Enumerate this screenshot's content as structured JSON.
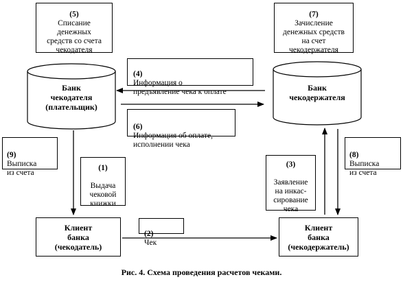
{
  "boxes": {
    "b5": {
      "num": "(5)",
      "text": "Списание\nденежных\nсредств со счета\nчекодателя"
    },
    "b7": {
      "num": "(7)",
      "text": "Зачисление\nденежных средств\nна счет\nчекодержателя"
    },
    "b4": {
      "num": "(4)",
      "text": "Информация о\nпредъявление чека к оплате"
    },
    "b6": {
      "num": "(6)",
      "text": "Информация об оплате,\nисполнении чека"
    },
    "b9": {
      "num": "(9)",
      "text": "Выписка\nиз счета"
    },
    "b8": {
      "num": "(8)",
      "text": "Выписка\nиз счета"
    },
    "b1": {
      "num": "(1)",
      "text": "Выдача\nчековой\nкнижки"
    },
    "b3": {
      "num": "(3)",
      "text": "Заявление\nна инкас-\nсирование\nчека"
    },
    "b2": {
      "num": "(2)",
      "text": "Чек"
    }
  },
  "banks": {
    "payer": "Банк\nчекодателя\n(плательщик)",
    "holder": "Банк\nчекодержателя"
  },
  "clients": {
    "payer": "Клиент\nбанка\n(чекодатель)",
    "holder": "Клиент\nбанка\n(чекодержатель)"
  },
  "caption": "Рис. 4. Схема проведения расчетов чеками."
}
